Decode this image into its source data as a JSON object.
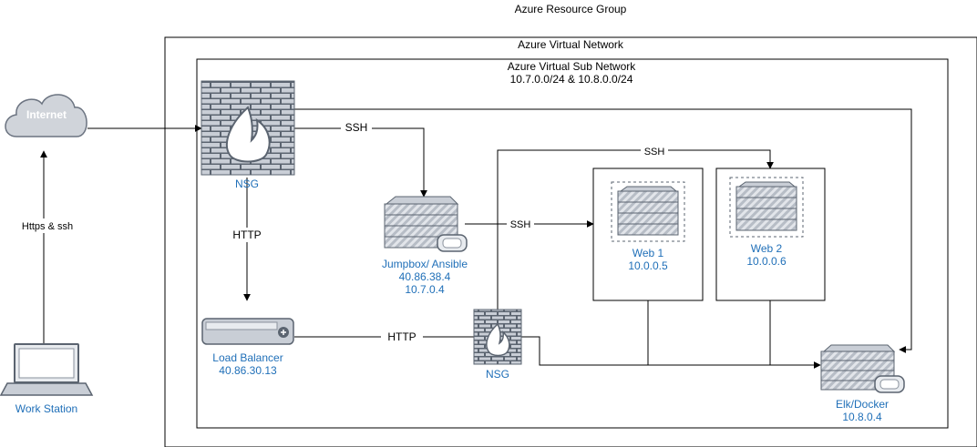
{
  "containers": {
    "resource_group": "Azure Resource Group",
    "vnet": "Azure Virtual Network",
    "subnet_title": "Azure Virtual Sub Network",
    "subnet_ranges": "10.7.0.0/24 & 10.8.0.0/24"
  },
  "nodes": {
    "internet": "Internet",
    "workstation": "Work Station",
    "nsg_top": "NSG",
    "jumpbox": {
      "name": "Jumpbox/ Ansible",
      "ip_public": "40.86.38.4",
      "ip_private": "10.7.0.4"
    },
    "load_balancer": {
      "name": "Load Balancer",
      "ip": "40.86.30.13"
    },
    "nsg_bottom": "NSG",
    "web1": {
      "name": "Web 1",
      "ip": "10.0.0.5"
    },
    "web2": {
      "name": "Web 2",
      "ip": "10.0.0.6"
    },
    "elk": {
      "name": "Elk/Docker",
      "ip": "10.8.0.4"
    }
  },
  "edges": {
    "https_ssh": "Https & ssh",
    "ssh_nsg_jump": "SSH",
    "ssh_top": "SSH",
    "ssh_jump_web": "SSH",
    "http_nsg_lb": "HTTP",
    "http_lb_nsg": "HTTP"
  }
}
